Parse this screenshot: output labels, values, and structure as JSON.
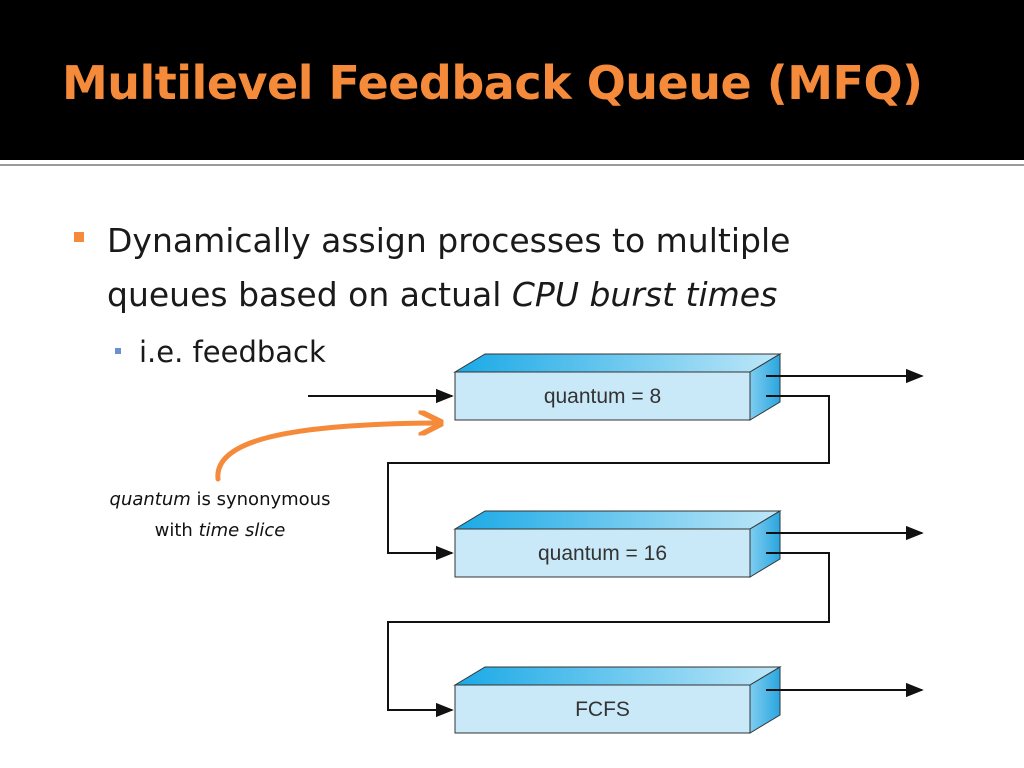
{
  "slide": {
    "title": "Multilevel Feedback Queue (MFQ)",
    "bullet1": {
      "line1": "Dynamically assign processes to multiple",
      "line2_pre": "queues based on actual ",
      "line2_em": "CPU burst times"
    },
    "bullet2": "i.e. feedback",
    "annotation": {
      "em1": "quantum",
      "text1": " is synonymous",
      "text2_pre": "with ",
      "em2": "time slice"
    }
  },
  "queues": [
    {
      "label": "quantum = 8"
    },
    {
      "label": "quantum = 16"
    },
    {
      "label": "FCFS"
    }
  ],
  "colors": {
    "accent": "#f58b3a",
    "title_bg": "#000000",
    "queue_fill": "#c9e9f8",
    "queue_top": "#2db4ea",
    "arrow": "#000000"
  }
}
